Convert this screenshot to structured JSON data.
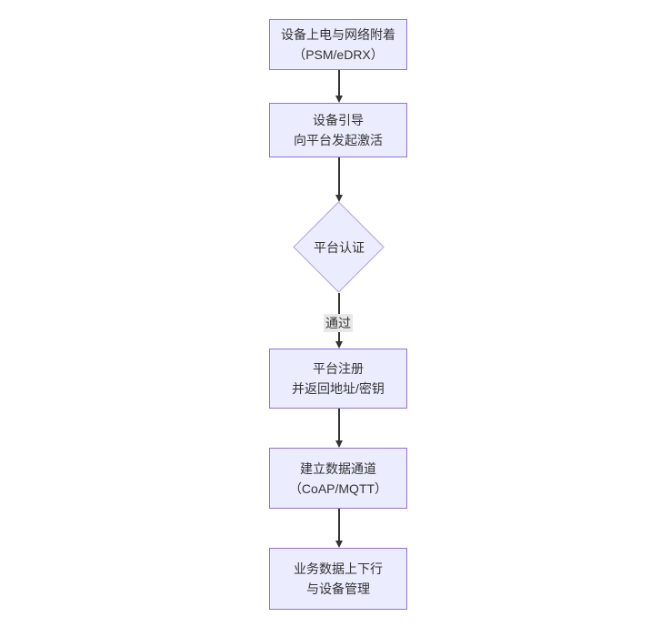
{
  "diagram": {
    "type": "flowchart",
    "direction": "top-down",
    "colors": {
      "node_fill": "#ECECFF",
      "node_border": "#9370DB",
      "diamond_border": "#B4A1DF",
      "edge_color": "#333333",
      "text_color": "#333333",
      "edge_label_bg": "#e8e8e8",
      "background": "#ffffff"
    },
    "nodes": [
      {
        "id": "n1",
        "shape": "rect",
        "lines": [
          "设备上电与网络附着",
          "（PSM/eDRX）"
        ]
      },
      {
        "id": "n2",
        "shape": "rect",
        "lines": [
          "设备引导",
          "向平台发起激活"
        ]
      },
      {
        "id": "n3",
        "shape": "diamond",
        "lines": [
          "平台认证"
        ]
      },
      {
        "id": "n4",
        "shape": "rect",
        "lines": [
          "平台注册",
          "并返回地址/密钥"
        ]
      },
      {
        "id": "n5",
        "shape": "rect",
        "lines": [
          "建立数据通道",
          "（CoAP/MQTT）"
        ]
      },
      {
        "id": "n6",
        "shape": "rect",
        "lines": [
          "业务数据上下行",
          "与设备管理"
        ]
      }
    ],
    "edges": [
      {
        "from": "n1",
        "to": "n2",
        "label": ""
      },
      {
        "from": "n2",
        "to": "n3",
        "label": ""
      },
      {
        "from": "n3",
        "to": "n4",
        "label": "通过"
      },
      {
        "from": "n4",
        "to": "n5",
        "label": ""
      },
      {
        "from": "n5",
        "to": "n6",
        "label": ""
      }
    ]
  }
}
